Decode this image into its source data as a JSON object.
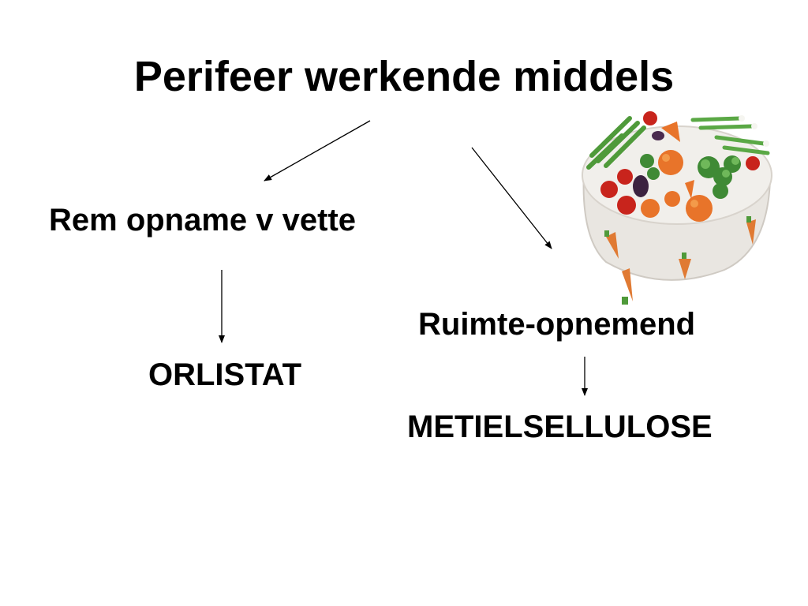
{
  "slide": {
    "title": "Perifeer werkende middels",
    "left_branch": {
      "label": "Rem opname v vette",
      "result": "ORLISTAT"
    },
    "right_branch": {
      "label": "Ruimte-opnemend",
      "result": "METIELSELLULOSE"
    },
    "image": {
      "icon": "vegetable-cake-image"
    }
  },
  "colors": {
    "text": "#000000",
    "background": "#ffffff",
    "cake_frosting": "#ece9e4",
    "carrot": "#e8742a",
    "tomato": "#c8241c",
    "greens": "#4f9a3a"
  }
}
